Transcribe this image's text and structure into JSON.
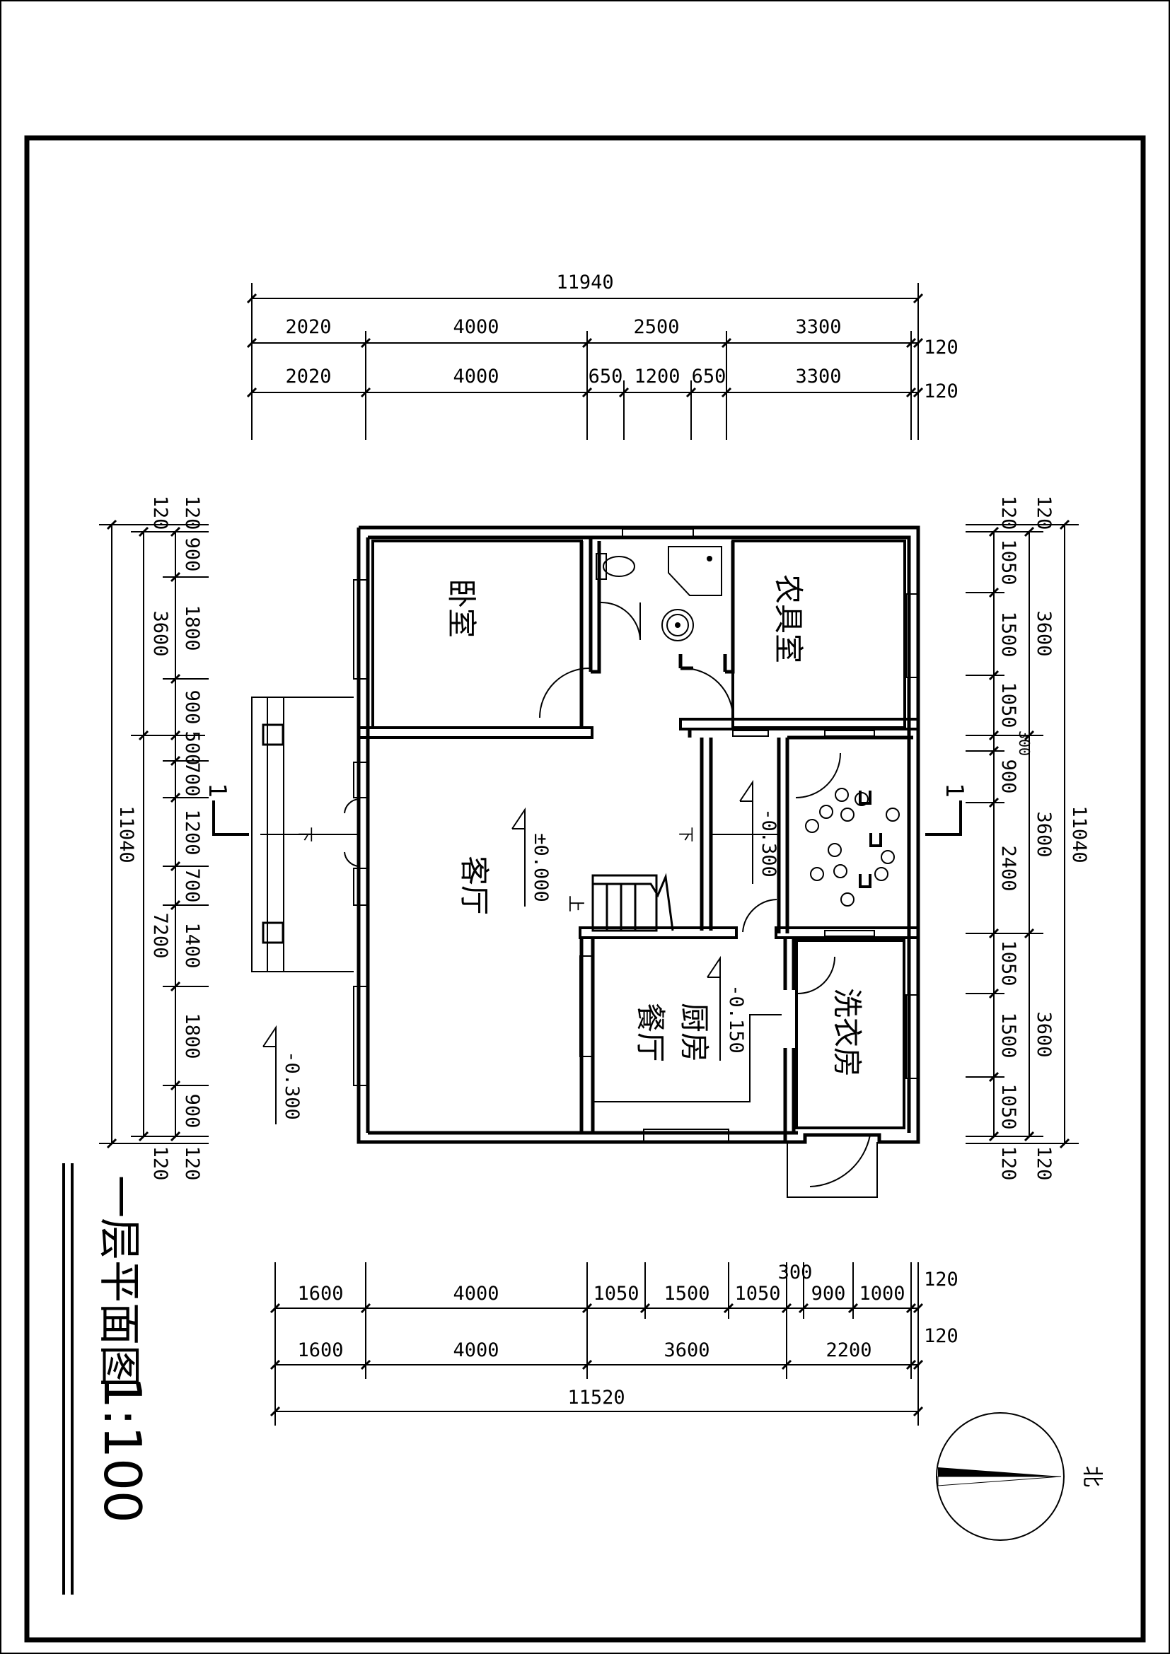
{
  "dims": {
    "top_total": "11940",
    "top_row1": [
      "2020",
      "4000",
      "2500",
      "3300"
    ],
    "top_row2": [
      "2020",
      "4000",
      "650",
      "1200",
      "650",
      "3300"
    ],
    "top_edge": [
      "120",
      "120"
    ],
    "bottom_row1": [
      "1600",
      "4000",
      "1050",
      "1500",
      "1050",
      "300",
      "900",
      "1000"
    ],
    "bottom_row2": [
      "1600",
      "4000",
      "3600",
      "2200"
    ],
    "bottom_total": "11520",
    "bottom_edge": [
      "120",
      "120"
    ],
    "left_total": "11040",
    "left_outer": [
      "3600",
      "7200"
    ],
    "left_inner": [
      "900",
      "1800",
      "900",
      "500",
      "700",
      "1200",
      "700",
      "1400",
      "1800",
      "900"
    ],
    "left_edge": [
      "120",
      "120",
      "120",
      "120"
    ],
    "right_total": "11040",
    "right_outer": [
      "3600",
      "3600",
      "3600"
    ],
    "right_inner": [
      "1050",
      "1500",
      "1050",
      "300",
      "900",
      "2400",
      "1050",
      "1500",
      "1050"
    ],
    "right_edge": [
      "120",
      "120",
      "120",
      "120"
    ]
  },
  "rooms": {
    "bedroom": "卧室",
    "farm_tool_room": "农具室",
    "living_room": "客厅",
    "kitchen": "厨房",
    "dining": "餐厅",
    "laundry": "洗衣房"
  },
  "levels": {
    "living": "±0.000",
    "garage": "-0.300",
    "kitchen": "-0.150",
    "outside": "-0.300"
  },
  "section_mark": "1",
  "stair_mark": "上",
  "door_mark": "下",
  "title": "一层平面图",
  "scale": "1:100",
  "north": "北",
  "colors": {
    "ink": "#000000",
    "paper": "#ffffff"
  }
}
